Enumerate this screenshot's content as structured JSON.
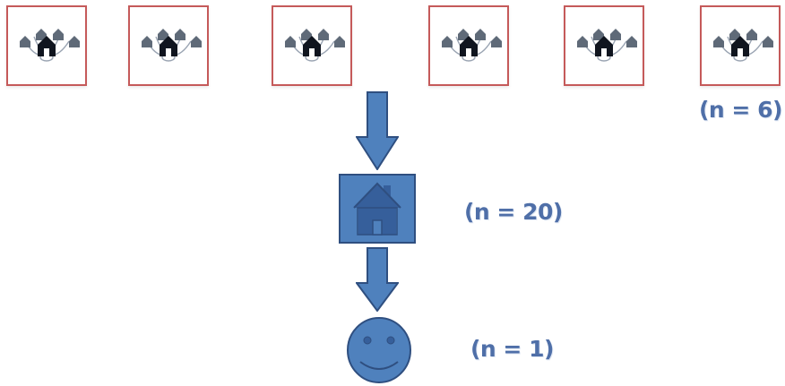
{
  "diagram": {
    "tiles": [
      {
        "name": "network-tile-1"
      },
      {
        "name": "network-tile-2"
      },
      {
        "name": "network-tile-3"
      },
      {
        "name": "network-tile-4"
      },
      {
        "name": "network-tile-5"
      },
      {
        "name": "network-tile-6"
      }
    ],
    "labels": {
      "networks": "(n = 6)",
      "households": "(n = 20)",
      "individual": "(n = 1)"
    },
    "icons": {
      "tile_icon": "house-network-icon",
      "household_icon": "house-icon",
      "individual_icon": "smiley-face-icon",
      "arrow_icon": "down-arrow-icon"
    },
    "colors": {
      "tile_border": "#c55a5a",
      "accent_blue": "#4f81bd",
      "dark_blue": "#2f4f80",
      "label_text": "#4f6fa8"
    }
  }
}
